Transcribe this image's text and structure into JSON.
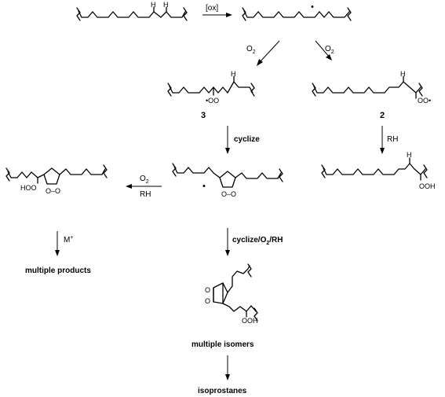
{
  "reagents": {
    "ox": "[ox]",
    "o2_left": "O",
    "o2_left_sub": "2",
    "o2_right": "O",
    "o2_right_sub": "2",
    "cyclize": "cyclize",
    "rh_right": "RH",
    "o2_rh_o2": "O",
    "o2_rh_o2_sub": "2",
    "o2_rh_rh": "RH",
    "m_plus": "M",
    "m_plus_sup": "+",
    "cyclize_o2_rh_1": "cyclize/O",
    "cyclize_o2_rh_sub": "2",
    "cyclize_o2_rh_2": "/RH"
  },
  "compounds": {
    "label_3": "3",
    "label_2": "2"
  },
  "atoms": {
    "h": "H",
    "hoo": "HOO",
    "ooh": "OOH",
    "oo": "O–O",
    "o": "O",
    "dot": "•",
    "peroxyl": "OO•",
    "peroxyl_left": "•OO"
  },
  "products": {
    "multiple_products": "multiple products",
    "multiple_isomers": "multiple isomers",
    "isoprostanes": "isoprostanes"
  }
}
